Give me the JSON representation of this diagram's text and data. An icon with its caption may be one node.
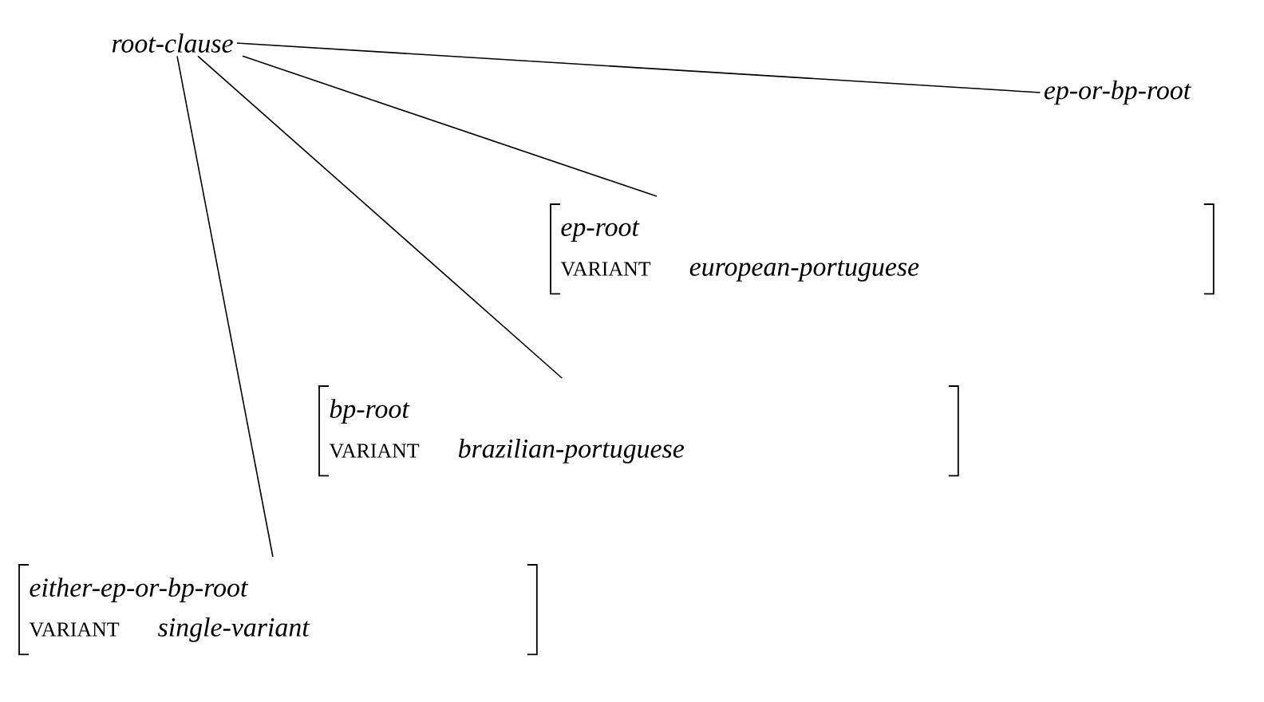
{
  "diagram": {
    "nodes": [
      {
        "text": [
          "root-clause"
        ]
      },
      {
        "text": [
          "ep-or-bp-root"
        ]
      },
      {
        "text": [
          "ep-root",
          "VARIANT",
          "european-portuguese"
        ]
      },
      {
        "text": [
          "bp-root",
          "VARIANT",
          "brazilian-portuguese"
        ]
      },
      {
        "text": [
          "either-ep-or-bp-root",
          "VARIANT",
          "single-variant"
        ]
      }
    ],
    "edges": [
      {
        "from": 0,
        "to": 1,
        "arrow": "none"
      },
      {
        "from": 0,
        "to": 2,
        "arrow": "none"
      },
      {
        "from": 0,
        "to": 3,
        "arrow": "none"
      },
      {
        "from": 0,
        "to": 4,
        "arrow": "none"
      }
    ]
  }
}
